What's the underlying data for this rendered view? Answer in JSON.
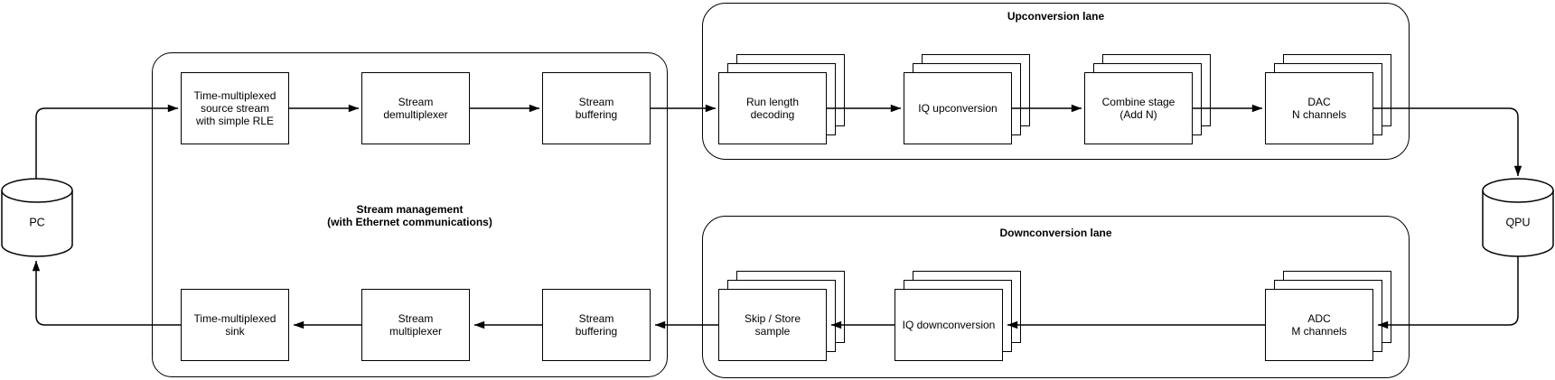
{
  "diagram": {
    "containers": {
      "stream_management": {
        "label": "Stream management\n(with Ethernet communications)"
      },
      "upconversion_lane": {
        "label": "Upconversion lane"
      },
      "downconversion_lane": {
        "label": "Downconversion lane"
      }
    },
    "nodes": {
      "pc": {
        "label": "PC"
      },
      "qpu": {
        "label": "QPU"
      },
      "source_stream": {
        "label": "Time-multiplexed\nsource stream\nwith simple RLE"
      },
      "demultiplexer": {
        "label": "Stream\ndemultiplexer"
      },
      "buffering_top": {
        "label": "Stream\nbuffering"
      },
      "rle_decoding": {
        "label": "Run length\ndecoding"
      },
      "iq_upconversion": {
        "label": "IQ upconversion"
      },
      "combine_stage": {
        "label": "Combine stage\n(Add N)"
      },
      "dac": {
        "label": "DAC\nN channels"
      },
      "adc": {
        "label": "ADC\nM channels"
      },
      "iq_downconversion": {
        "label": "IQ downconversion"
      },
      "skip_store": {
        "label": "Skip / Store\nsample"
      },
      "buffering_bottom": {
        "label": "Stream\nbuffering"
      },
      "multiplexer": {
        "label": "Stream\nmultiplexer"
      },
      "sink": {
        "label": "Time-multiplexed\nsink"
      }
    },
    "colors": {
      "edge": "#000000",
      "gray_edge": "#848484",
      "node_fill": "#ffffff",
      "background": "#ffffff"
    }
  }
}
